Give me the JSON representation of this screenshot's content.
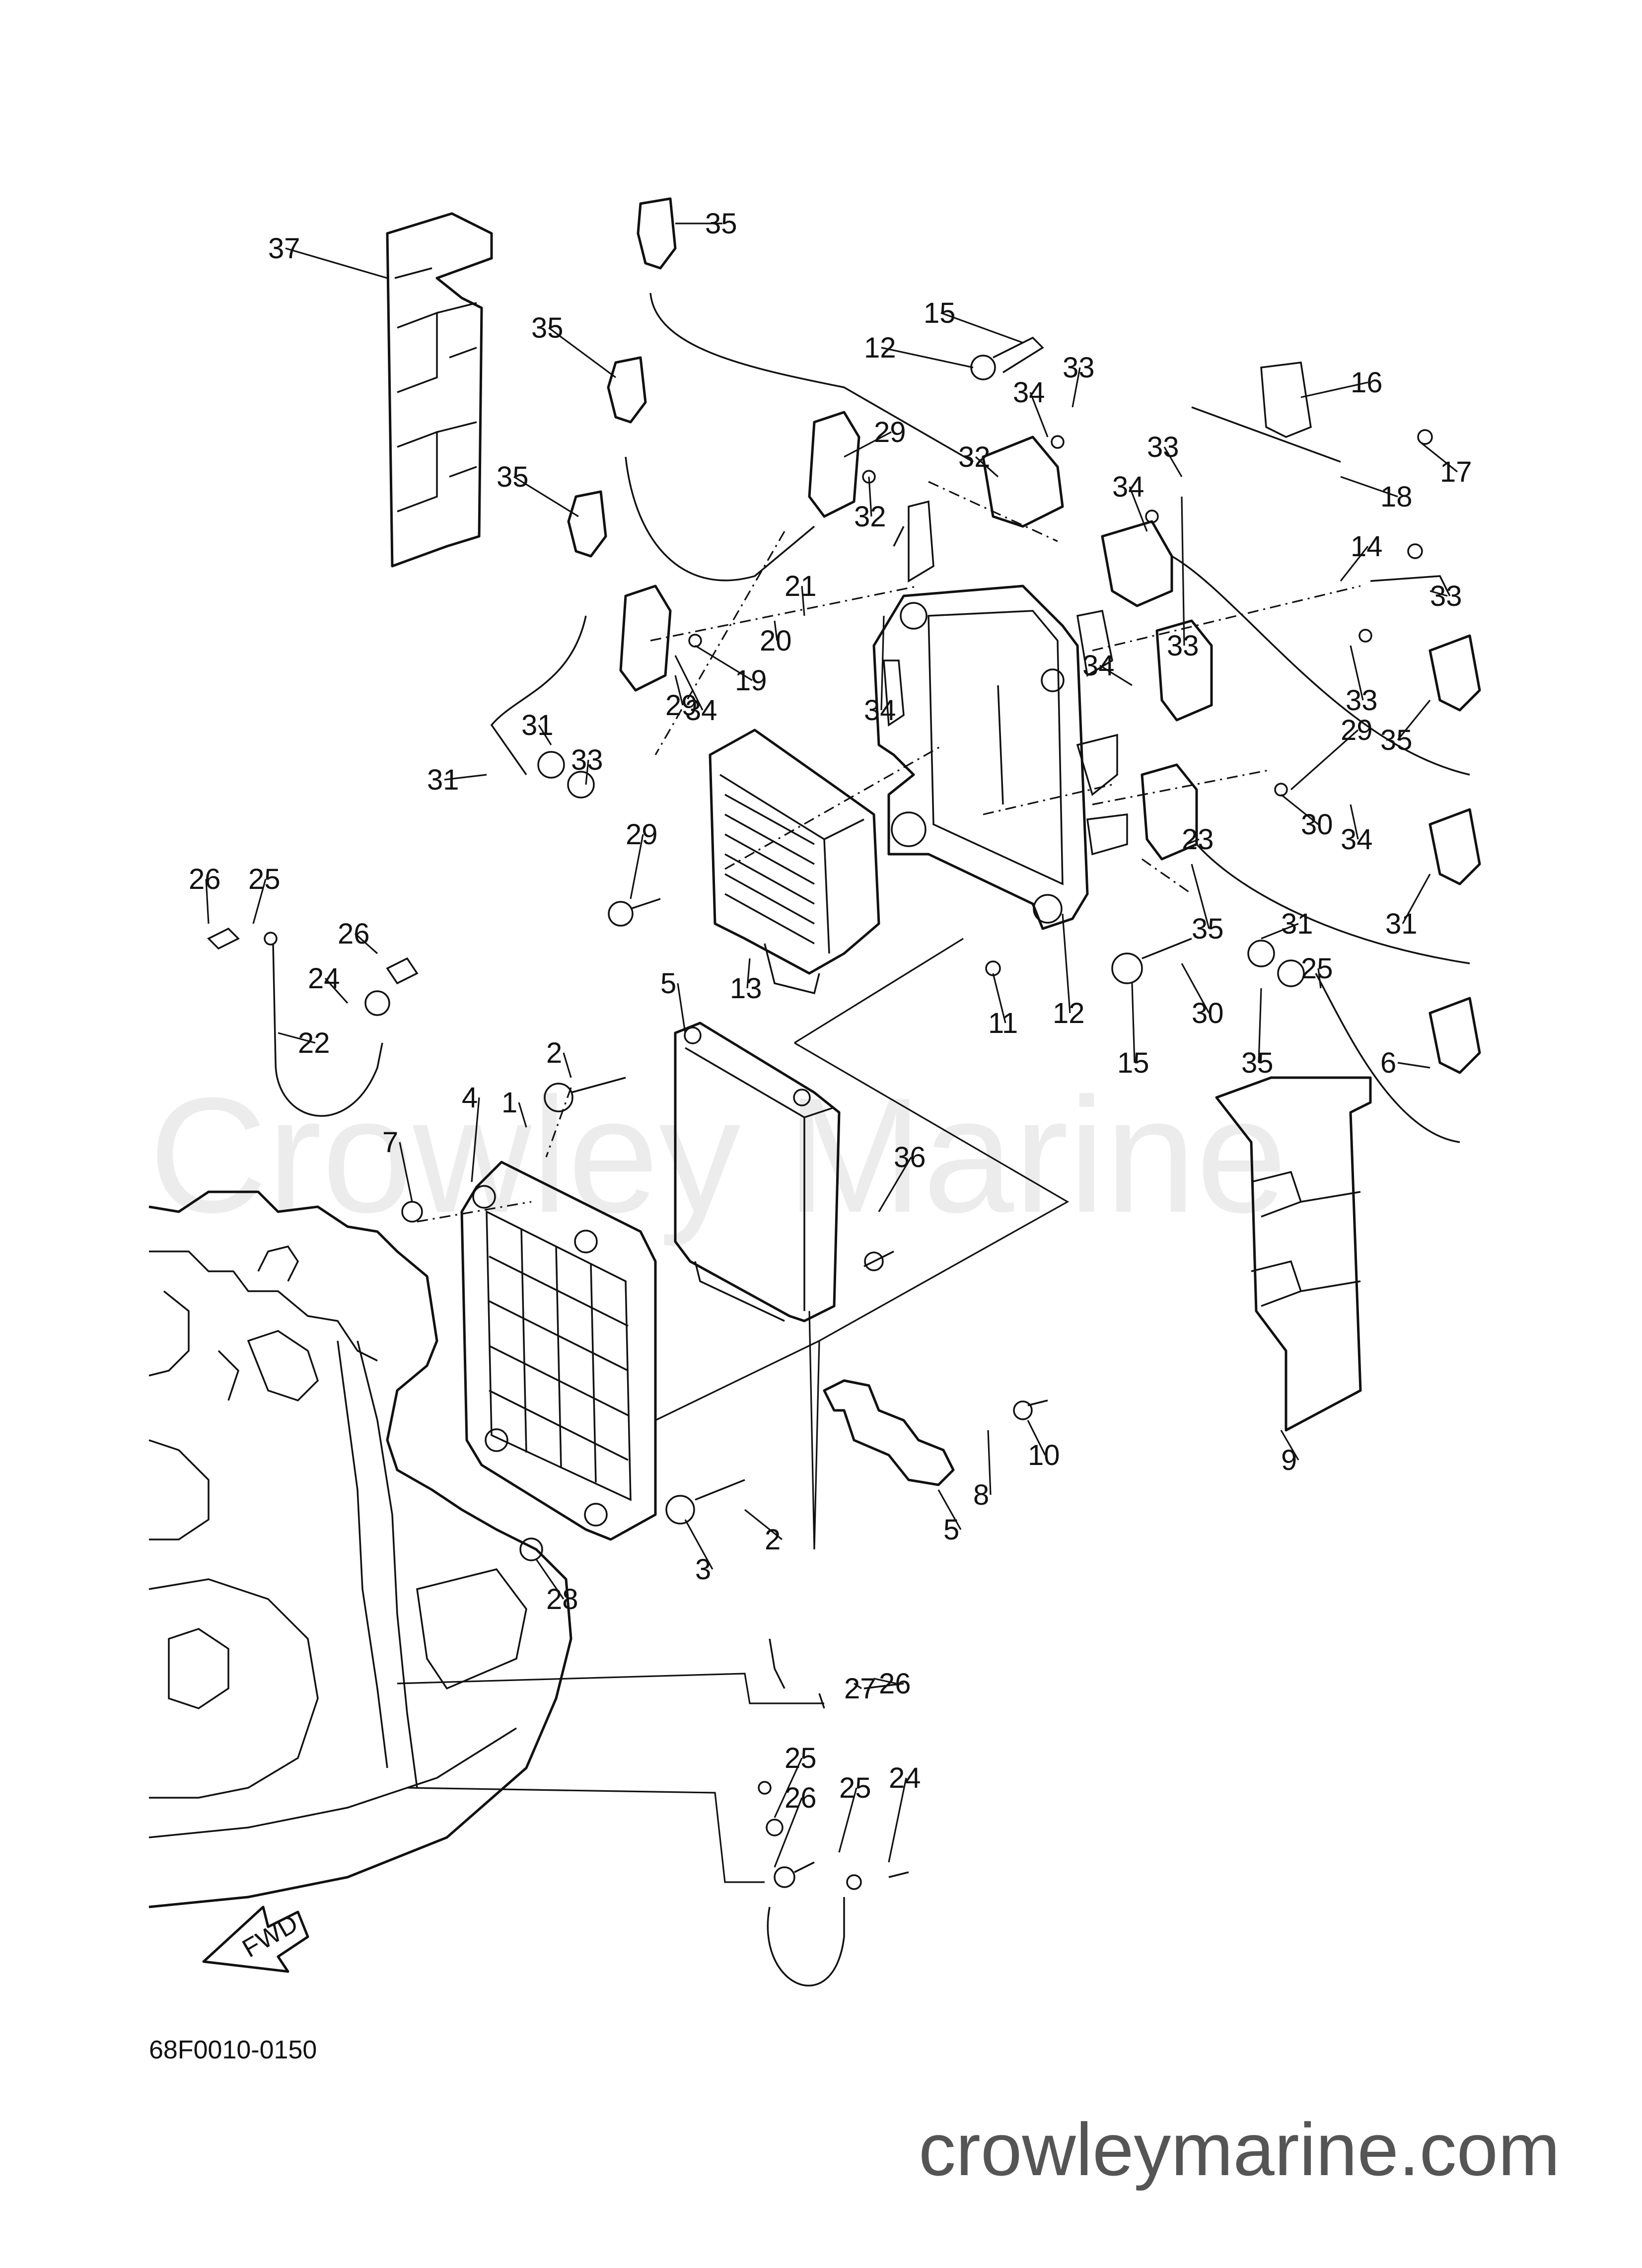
{
  "diagram": {
    "watermark": "Crowley Marine",
    "drawing_code": "68F0010-0150",
    "site_url": "crowleymarine.com",
    "fwd_label": "FWD",
    "callouts": [
      "37",
      "35",
      "35",
      "35",
      "15",
      "12",
      "33",
      "34",
      "16",
      "29",
      "32",
      "33",
      "17",
      "18",
      "33",
      "34",
      "32",
      "34",
      "14",
      "33",
      "21",
      "20",
      "19",
      "34",
      "29",
      "33",
      "29",
      "34",
      "35",
      "30",
      "31",
      "31",
      "33",
      "34",
      "23",
      "29",
      "35",
      "31",
      "31",
      "25",
      "26",
      "25",
      "26",
      "24",
      "22",
      "13",
      "11",
      "12",
      "15",
      "30",
      "35",
      "6",
      "5",
      "2",
      "1",
      "4",
      "7",
      "36",
      "9",
      "10",
      "8",
      "5",
      "2",
      "3",
      "28",
      "27",
      "26",
      "25",
      "26",
      "25",
      "24"
    ]
  }
}
